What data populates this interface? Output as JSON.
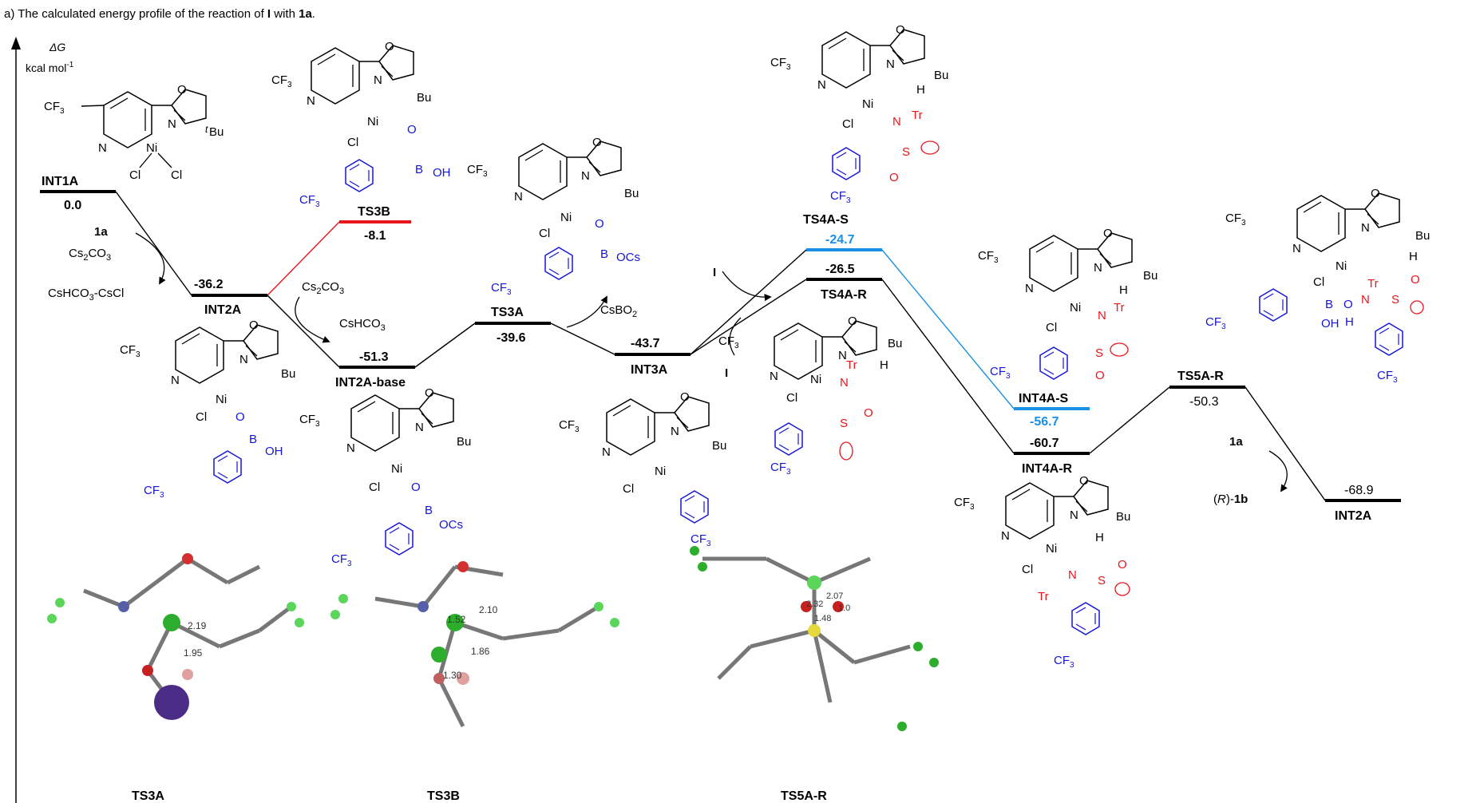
{
  "title_prefix": "a) The calculated energy profile of the reaction of ",
  "title_I": "I",
  "title_mid": " with ",
  "title_1a": "1a",
  "title_end": ".",
  "axis": {
    "label_top": "ΔG",
    "label_unit": "kcal mol",
    "label_unit_sup": "-1"
  },
  "colors": {
    "black": "#000000",
    "red": "#e8161b",
    "blue_line": "#1a8fe3",
    "blue_struct": "#1515d6",
    "red_struct": "#e8161b"
  },
  "states": [
    {
      "id": "INT1A",
      "label": "INT1A",
      "energy": "0.0"
    },
    {
      "id": "INT2A",
      "label": "INT2A",
      "energy": "-36.2"
    },
    {
      "id": "TS3B",
      "label": "TS3B",
      "energy": "-8.1"
    },
    {
      "id": "INT2A-base",
      "label": "INT2A-base",
      "energy": "-51.3"
    },
    {
      "id": "TS3A",
      "label": "TS3A",
      "energy": "-39.6"
    },
    {
      "id": "INT3A",
      "label": "INT3A",
      "energy": "-43.7"
    },
    {
      "id": "TS4A-S",
      "label": "TS4A-S",
      "energy": "-24.7"
    },
    {
      "id": "TS4A-R",
      "label": "TS4A-R",
      "energy": "-26.5"
    },
    {
      "id": "INT4A-S",
      "label": "INT4A-S",
      "energy": "-56.7"
    },
    {
      "id": "INT4A-R",
      "label": "INT4A-R",
      "energy": "-60.7"
    },
    {
      "id": "TS5A-R",
      "label": "TS5A-R",
      "energy": "-50.3"
    },
    {
      "id": "INT2A-end",
      "label": "INT2A",
      "energy": "-68.9"
    }
  ],
  "reagents": {
    "r1a": "1a",
    "cs2co3_a": "Cs",
    "cs2co3_b": "2",
    "cs2co3_c": "CO",
    "cs2co3_d": "3",
    "byprod1_a": "CsHCO",
    "byprod1_b": "3",
    "byprod1_c": "-CsCl",
    "byprod2_a": "CsHCO",
    "byprod2_b": "3",
    "csbo2_a": "CsBO",
    "csbo2_b": "2",
    "I_top": "I",
    "I_bottom": "I",
    "r1a_end": "1a",
    "product_prefix": "(",
    "product_R": "R",
    "product_mid": ")-",
    "product_1b": "1b"
  },
  "structure_text": {
    "cf3": "CF",
    "sub3": "3",
    "ni": "Ni",
    "n": "N",
    "o": "O",
    "cl": "Cl",
    "b": "B",
    "oh": "OH",
    "ocs": "OCs",
    "tbu_t": "t",
    "tbu": "Bu",
    "h": "H",
    "s": "S",
    "tr": "Tr"
  },
  "bond_lengths": {
    "ts3a_1": "2.19",
    "ts3a_2": "1.95",
    "ts3b_1": "2.10",
    "ts3b_2": "1.52",
    "ts3b_3": "1.86",
    "ts3b_4": "1.30",
    "ts5a_1": "2.07",
    "ts5a_2": "2.32",
    "ts5a_3": "1.48",
    "ts5a_4": "1.0"
  },
  "captions": {
    "ts3a": "TS3A",
    "ts3b": "TS3B",
    "ts5ar": "TS5A-R"
  }
}
